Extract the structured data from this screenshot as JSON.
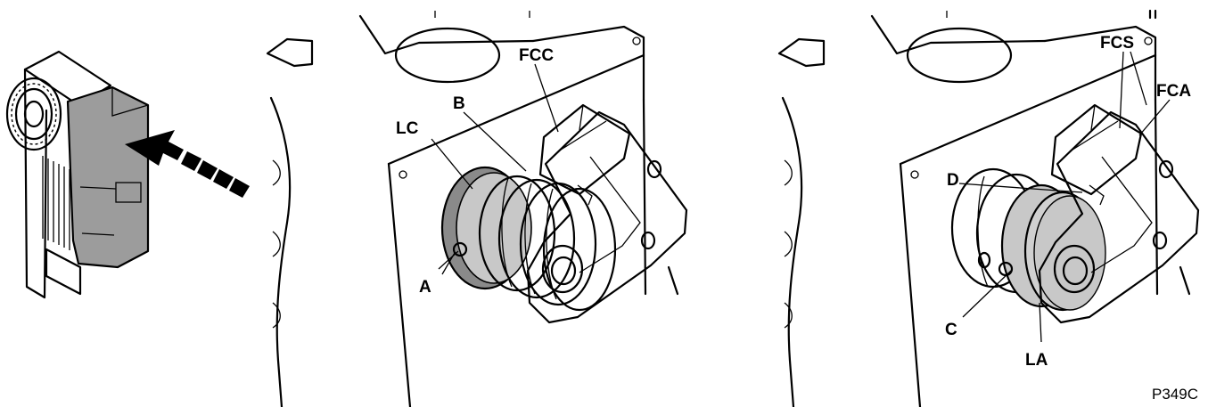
{
  "labels": {
    "fcc": "FCC",
    "lc": "LC",
    "b": "B",
    "a": "A",
    "fcs": "FCS",
    "fca": "FCA",
    "d": "D",
    "c": "C",
    "la": "LA"
  },
  "reference": "P349C",
  "colors": {
    "highlight_dark": "#8a8a8a",
    "highlight_light": "#c8c8c8",
    "motor_gray": "#9c9c9c"
  }
}
